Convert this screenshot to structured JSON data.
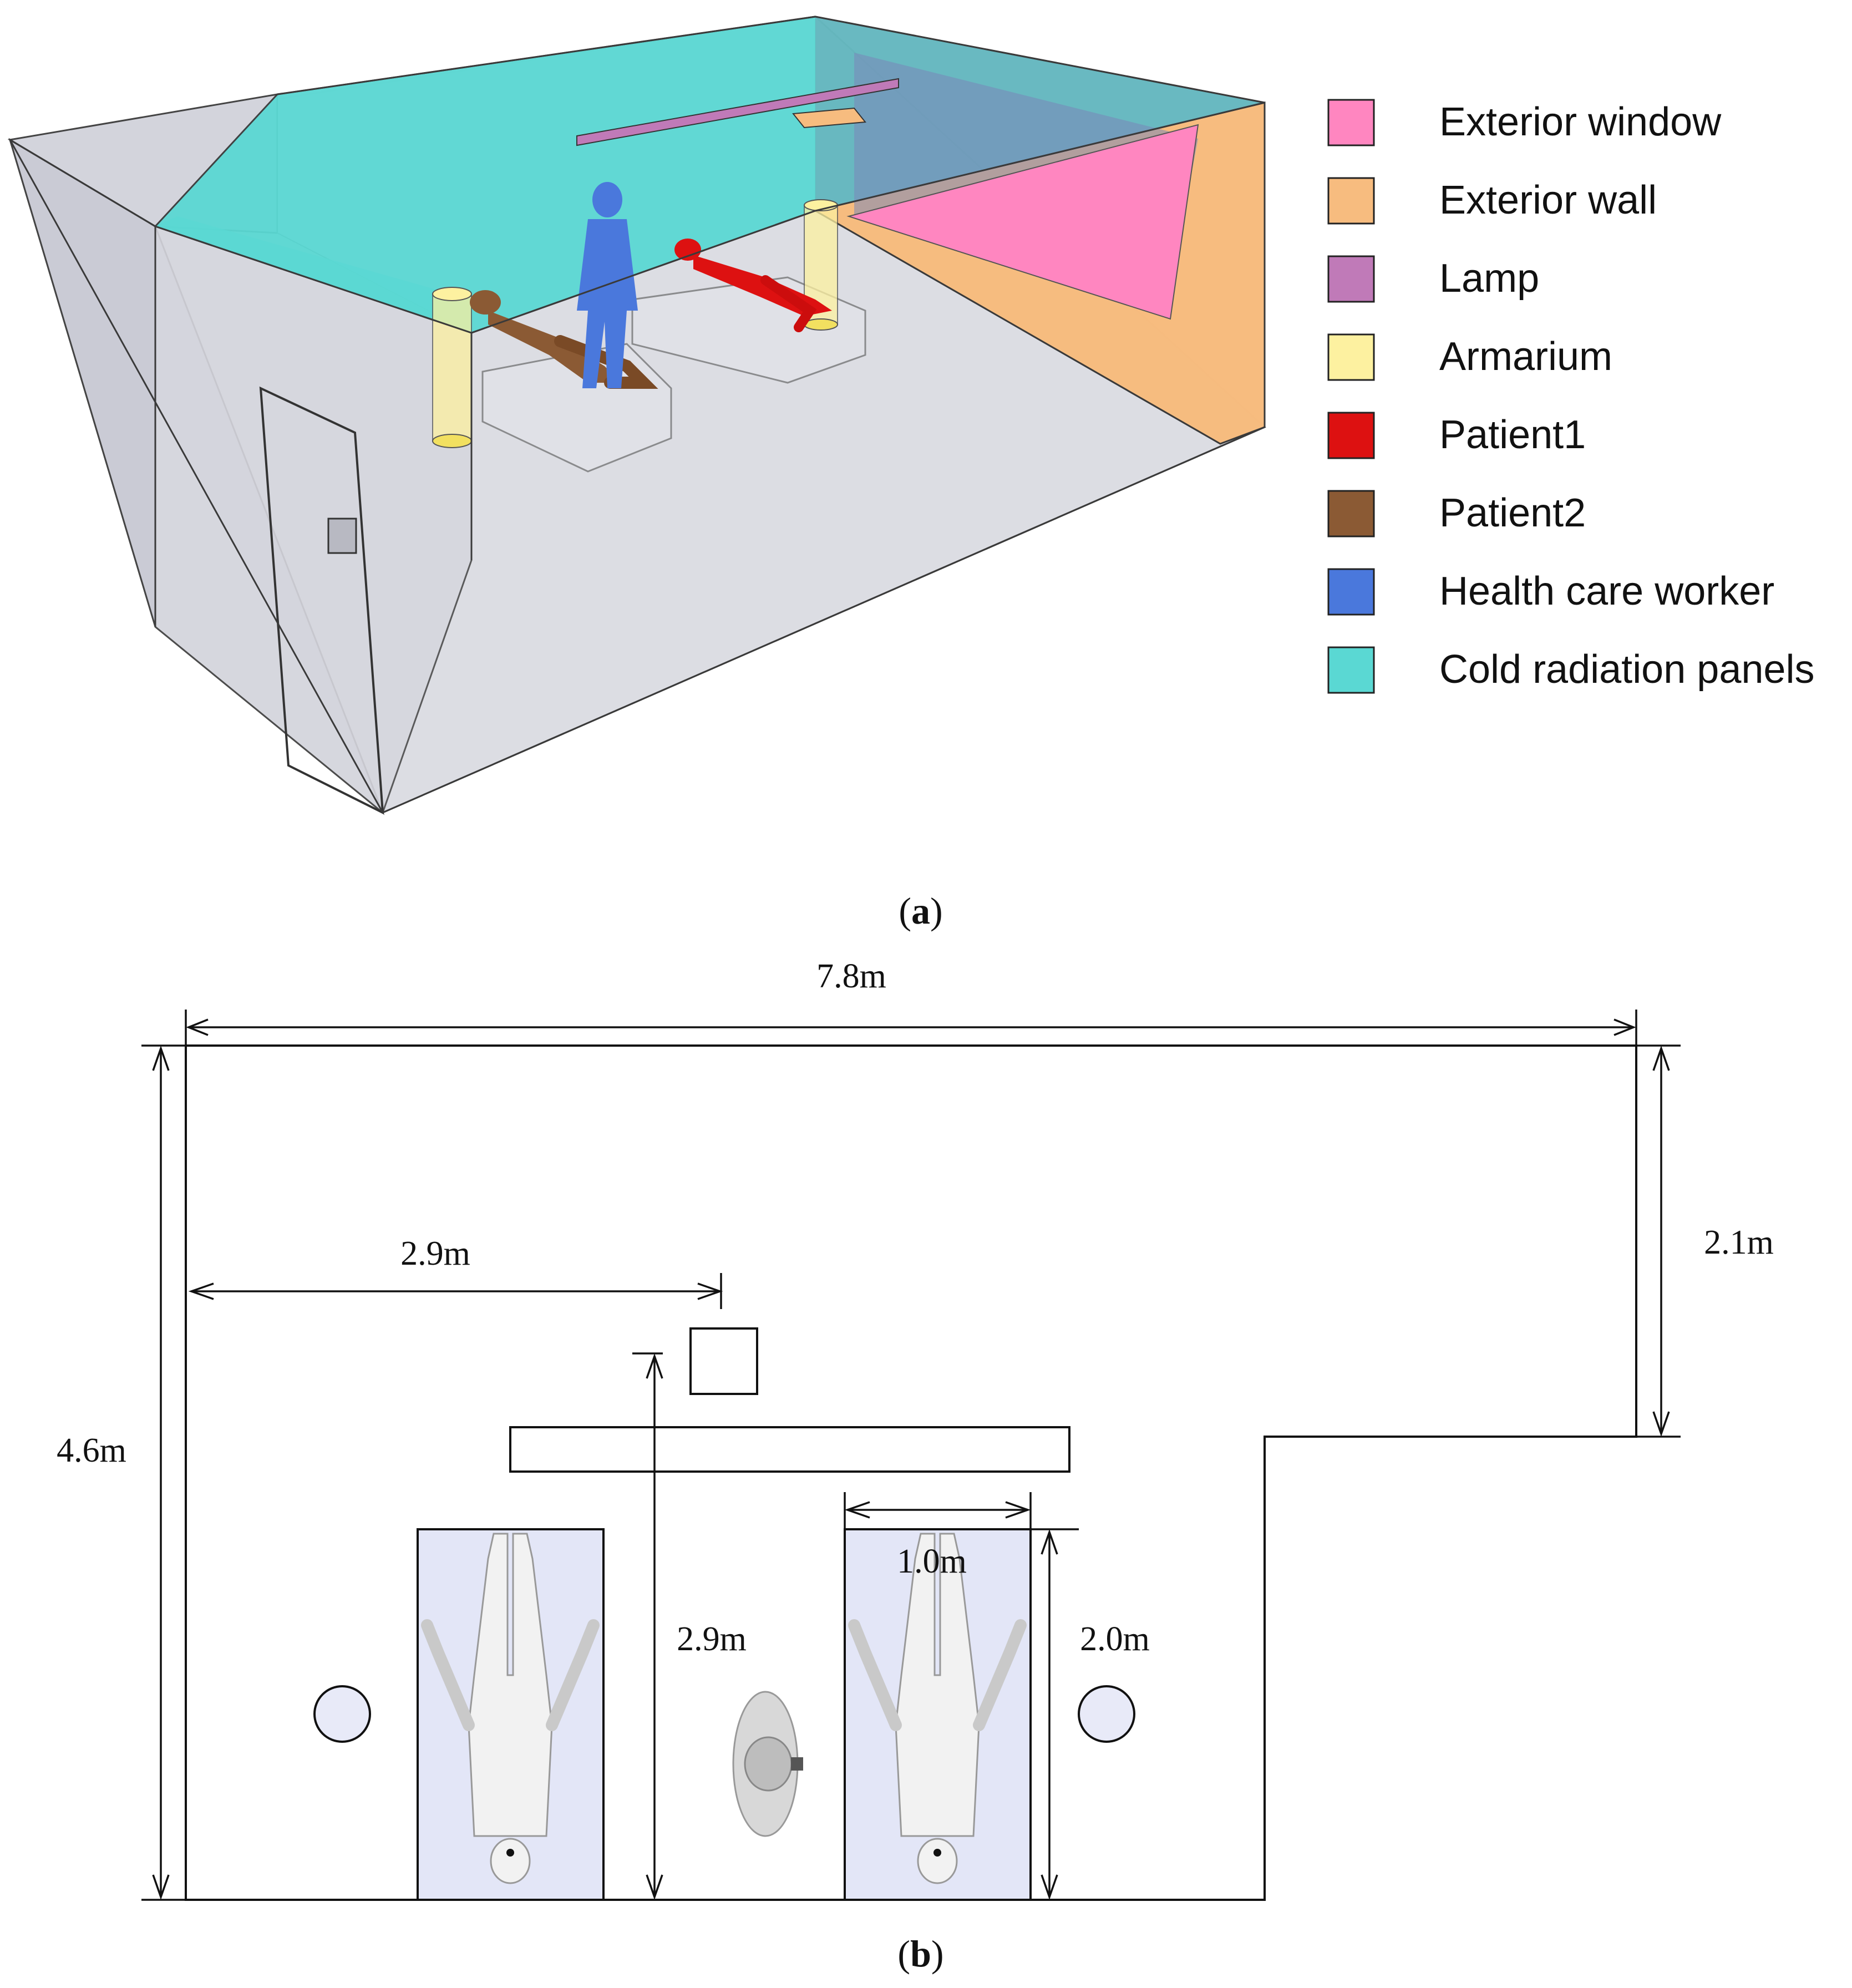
{
  "panel_a": {
    "label_open": "(",
    "label_letter": "a",
    "label_close": ")",
    "legend": [
      {
        "label": "Exterior window",
        "color": "#ff86c0"
      },
      {
        "label": "Exterior wall",
        "color": "#f7bc7f"
      },
      {
        "label": "Lamp",
        "color": "#c07ab8"
      },
      {
        "label": "Armarium",
        "color": "#fdf1a0"
      },
      {
        "label": "Patient1",
        "color": "#dd1111"
      },
      {
        "label": "Patient2",
        "color": "#8b5a34"
      },
      {
        "label": "Health care worker",
        "color": "#4a78dc"
      },
      {
        "label": "Cold radiation panels",
        "color": "#5ad8d3"
      }
    ]
  },
  "panel_b": {
    "label_open": "(",
    "label_letter": "b",
    "label_close": ")",
    "dimensions": {
      "room_length": "7.8m",
      "room_width": "4.6m",
      "recess_depth": "2.1m",
      "lamp_offset": "2.9m",
      "lamp_distance": "2.9m",
      "bed_width": "1.0m",
      "bed_length": "2.0m"
    },
    "colors": {
      "bed_fill": "#e3e6f7",
      "armarium_fill": "#e8eaf8"
    }
  }
}
